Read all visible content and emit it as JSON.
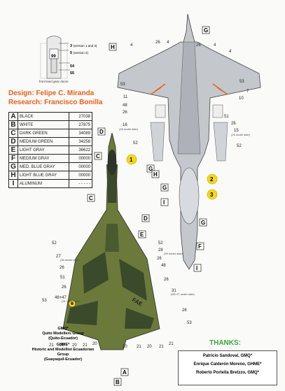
{
  "design_text": "Design: Felipe C. Miranda",
  "research_text": "Research: Francisco Bonilla",
  "gear_caption": "front land gear doors",
  "gear_refs": [
    {
      "num": "3",
      "note": "(version 1 and 3)"
    },
    {
      "num": "5",
      "note": "(version 2)"
    },
    {
      "num": "54",
      "note": ""
    },
    {
      "num": "55",
      "note": ""
    }
  ],
  "colors": [
    {
      "letter": "A",
      "name": "BLACK",
      "code": "27038"
    },
    {
      "letter": "B",
      "name": "WHITE",
      "code": "27875"
    },
    {
      "letter": "C",
      "name": "DARK GREEN",
      "code": "34089"
    },
    {
      "letter": "D",
      "name": "MEDIUM GREEN",
      "code": "34258"
    },
    {
      "letter": "E",
      "name": "LIGHT GRAY",
      "code": "36622"
    },
    {
      "letter": "F",
      "name": "MEDIUM GRAY",
      "code": "00000"
    },
    {
      "letter": "G",
      "name": "MED. BLUE GRAY",
      "code": "00000"
    },
    {
      "letter": "H",
      "name": "LIGHT BLUE GRAY",
      "code": "00000"
    },
    {
      "letter": "I",
      "name": "ALUMINUM",
      "code": "- - - - -"
    }
  ],
  "versions": [
    "1",
    "2",
    "3"
  ],
  "fin_code": "FAE",
  "groups": {
    "gmq_line1": "GMQ*",
    "gmq_line2": "Quito Modellers Group",
    "gmq_line3": "(Quito-Ecuador)",
    "ghme_line1": "GHME*",
    "ghme_line2": "Historic and Modellist Ecuadorian Group",
    "ghme_line3": "(Guayaquil-Ecuador)"
  },
  "thanks": {
    "title": "THANKS:",
    "line1": "Patricio Sandoval, GMQ*",
    "line2": "Enrique Calderón Moreno, GHME*",
    "line3": "Roberto Portella Bretzzo, GMQ*"
  },
  "palette": {
    "camo_dark": "#3a4a2a",
    "camo_medium": "#6b7a3a",
    "under_gray": "#c4c7cc",
    "callout_orange": "#e8601a",
    "version_yellow": "#f5d816",
    "thanks_green": "#3aa63a"
  }
}
